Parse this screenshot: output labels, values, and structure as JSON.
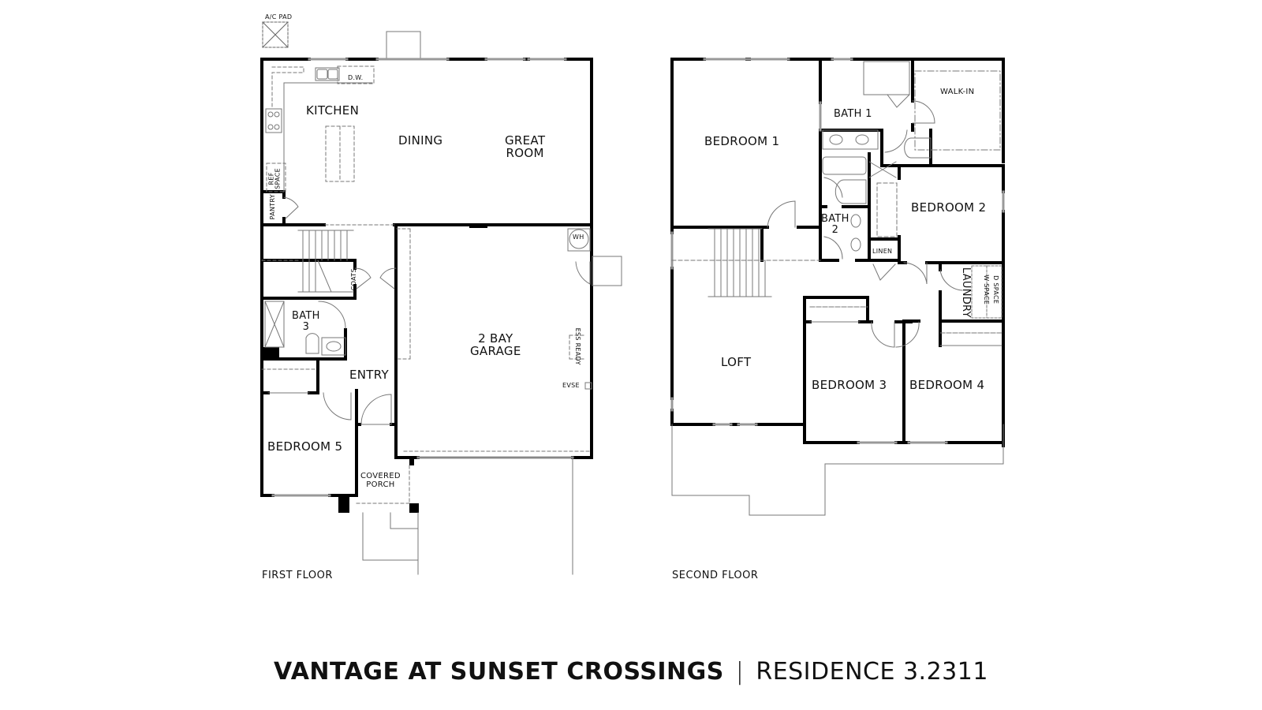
{
  "title": {
    "community": "VANTAGE AT SUNSET CROSSINGS",
    "separator": "|",
    "residence": "RESIDENCE 3.2311"
  },
  "colors": {
    "wall": "#000000",
    "background": "#ffffff",
    "fixture_line": "#777777",
    "window": "#aaaaaa"
  },
  "first_floor": {
    "label": "FIRST FLOOR",
    "rooms": {
      "kitchen": "KITCHEN",
      "dining": "DINING",
      "great_room_1": "GREAT",
      "great_room_2": "ROOM",
      "garage_1": "2 BAY",
      "garage_2": "GARAGE",
      "entry": "ENTRY",
      "bath3_1": "BATH",
      "bath3_2": "3",
      "bedroom5": "BEDROOM 5",
      "porch_1": "COVERED",
      "porch_2": "PORCH"
    },
    "annotations": {
      "ac_pad": "A/C PAD",
      "dishwasher": "D.W.",
      "ref_space_1": "REF",
      "ref_space_2": "SPACE",
      "pantry": "PANTRY",
      "coats": "COATS",
      "water_heater": "WH",
      "ess_ready": "ESS READY",
      "evse": "EVSE"
    }
  },
  "second_floor": {
    "label": "SECOND FLOOR",
    "rooms": {
      "bedroom1": "BEDROOM 1",
      "bath1": "BATH 1",
      "walk_in": "WALK-IN",
      "bedroom2": "BEDROOM 2",
      "bath2_1": "BATH",
      "bath2_2": "2",
      "linen": "LINEN",
      "laundry": "LAUNDRY",
      "loft": "LOFT",
      "bedroom3": "BEDROOM 3",
      "bedroom4": "BEDROOM 4"
    },
    "annotations": {
      "washer_1": "W",
      "washer_2": "SPACE",
      "dryer_1": "D",
      "dryer_2": "SPACE"
    }
  }
}
